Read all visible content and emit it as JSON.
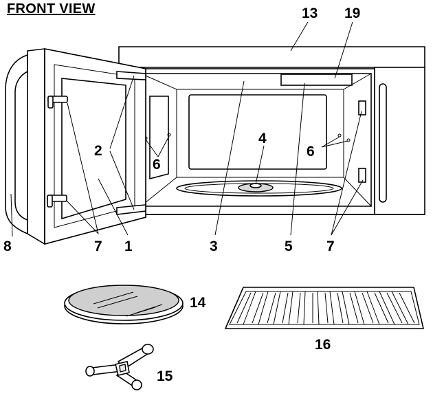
{
  "title": "FRONT VIEW",
  "callouts": {
    "door_window": "1",
    "door_seal": "2",
    "waveguide_cover": "3",
    "turntable_motor_shaft": "4",
    "control_panel_back": "5",
    "oven_light_left": "6",
    "oven_light_right": "6",
    "latch_hooks": "7",
    "latch_holes": "7",
    "door_handle": "8",
    "outer_cabinet": "13",
    "turntable_tray": "14",
    "roller_ring": "15",
    "wire_rack": "16",
    "light_panel": "19"
  }
}
